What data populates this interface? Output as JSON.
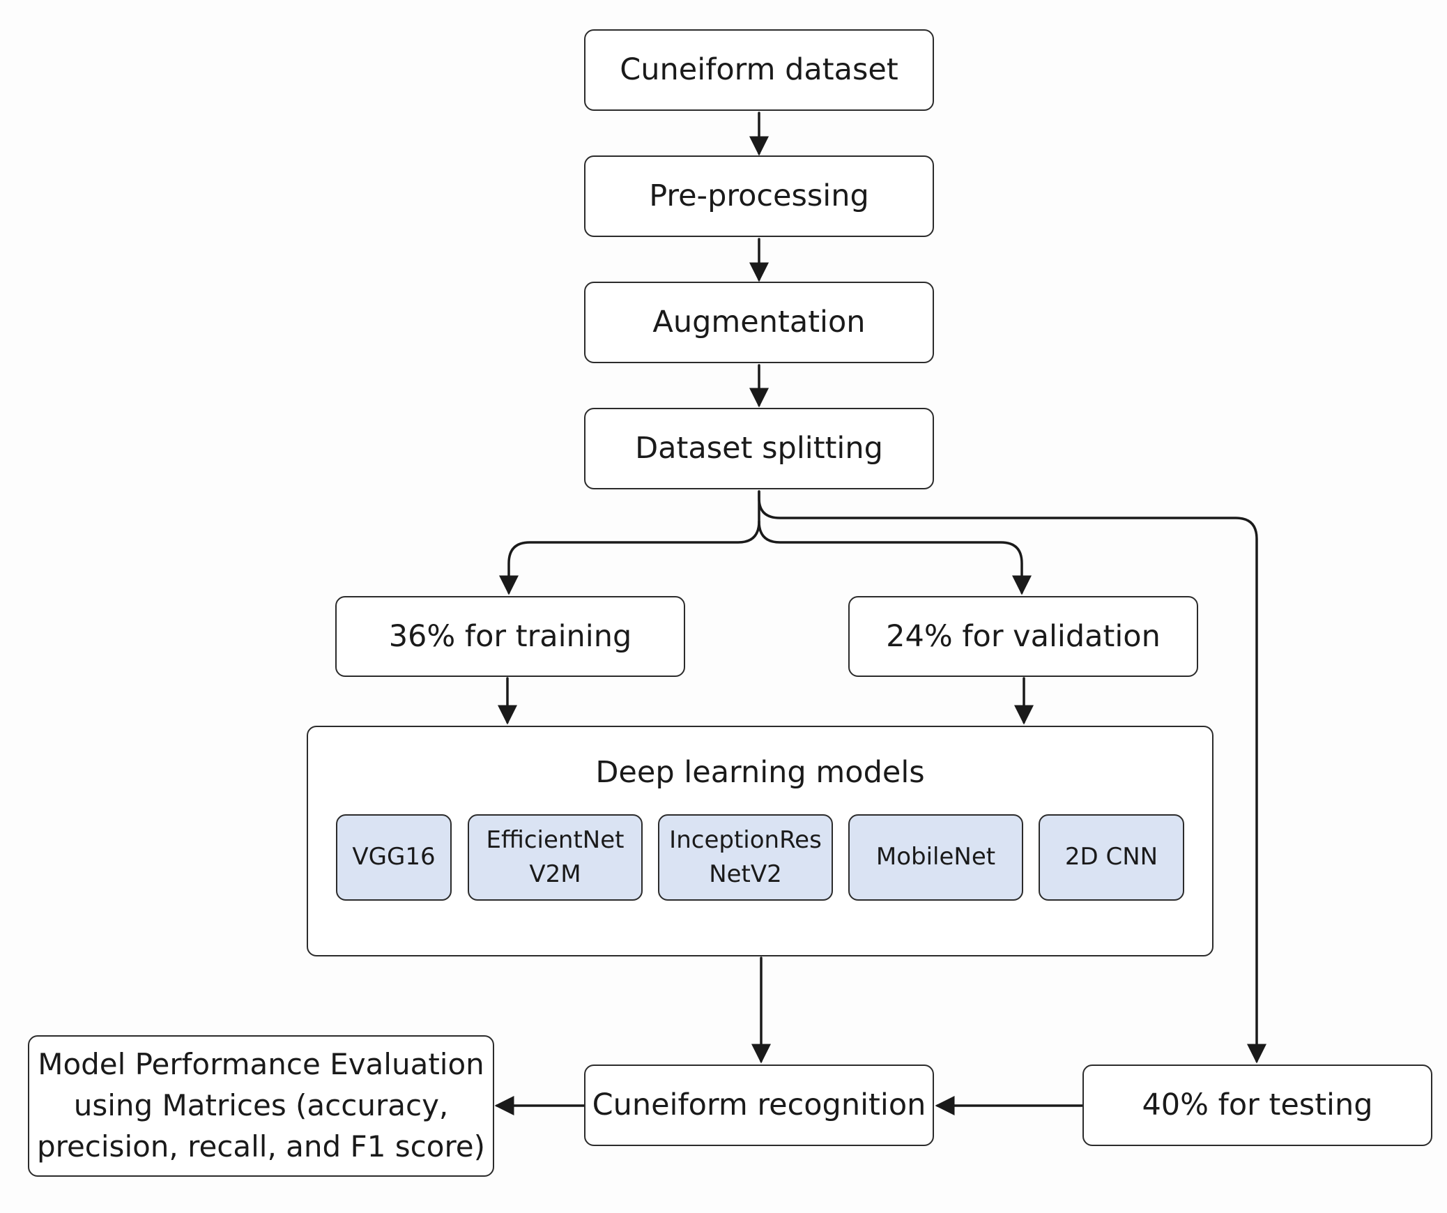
{
  "colors": {
    "border": "#2b2b2b",
    "model_fill": "#dae3f3",
    "background": "#fdfdfd"
  },
  "nodes": {
    "dataset": "Cuneiform dataset",
    "preprocessing": "Pre-processing",
    "augmentation": "Augmentation",
    "splitting": "Dataset splitting",
    "training": "36% for training",
    "validation": "24% for validation",
    "testing": "40% for testing",
    "recognition": "Cuneiform recognition",
    "evaluation": {
      "line1": "Model Performance Evaluation",
      "line2": "using Matrices (accuracy,",
      "line3": "precision, recall, and F1 score)"
    }
  },
  "models_container": {
    "title": "Deep learning models",
    "models": [
      {
        "line1": "VGG16",
        "line2": ""
      },
      {
        "line1": "EfficientNet",
        "line2": "V2M"
      },
      {
        "line1": "InceptionRes",
        "line2": "NetV2"
      },
      {
        "line1": "MobileNet",
        "line2": ""
      },
      {
        "line1": "2D CNN",
        "line2": ""
      }
    ]
  }
}
